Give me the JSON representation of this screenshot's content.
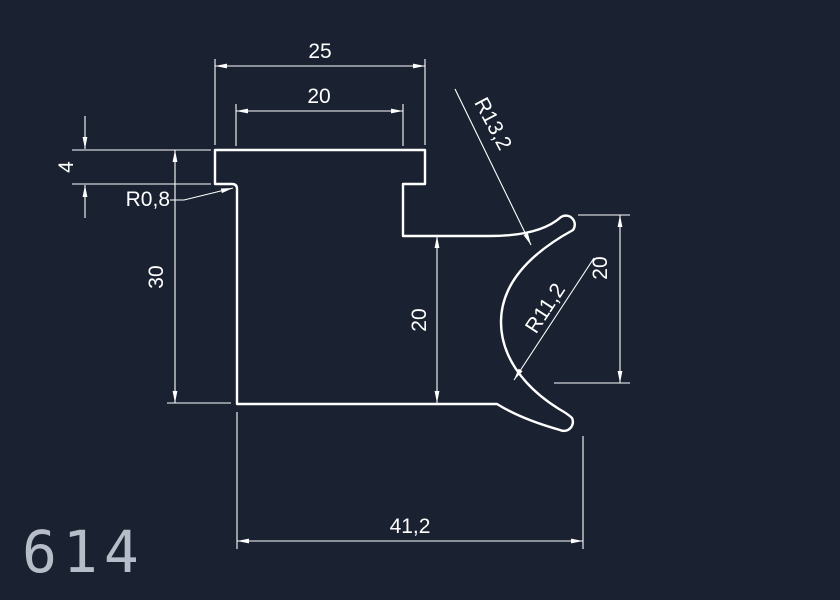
{
  "drawing": {
    "background_color": "#1a2231",
    "line_color": "#ffffff",
    "part_number": "614",
    "part_number_color": "#b6bdc9",
    "dimensions": {
      "top_flange_width": "25",
      "top_opening_width": "20",
      "lip_height": "4",
      "lip_fillet_radius": "R0,8",
      "left_side_height": "30",
      "pocket_depth": "20",
      "hook_height": "20",
      "hook_outer_radius": "R13,2",
      "hook_inner_radius": "R11,2",
      "overall_width": "41,2"
    }
  }
}
